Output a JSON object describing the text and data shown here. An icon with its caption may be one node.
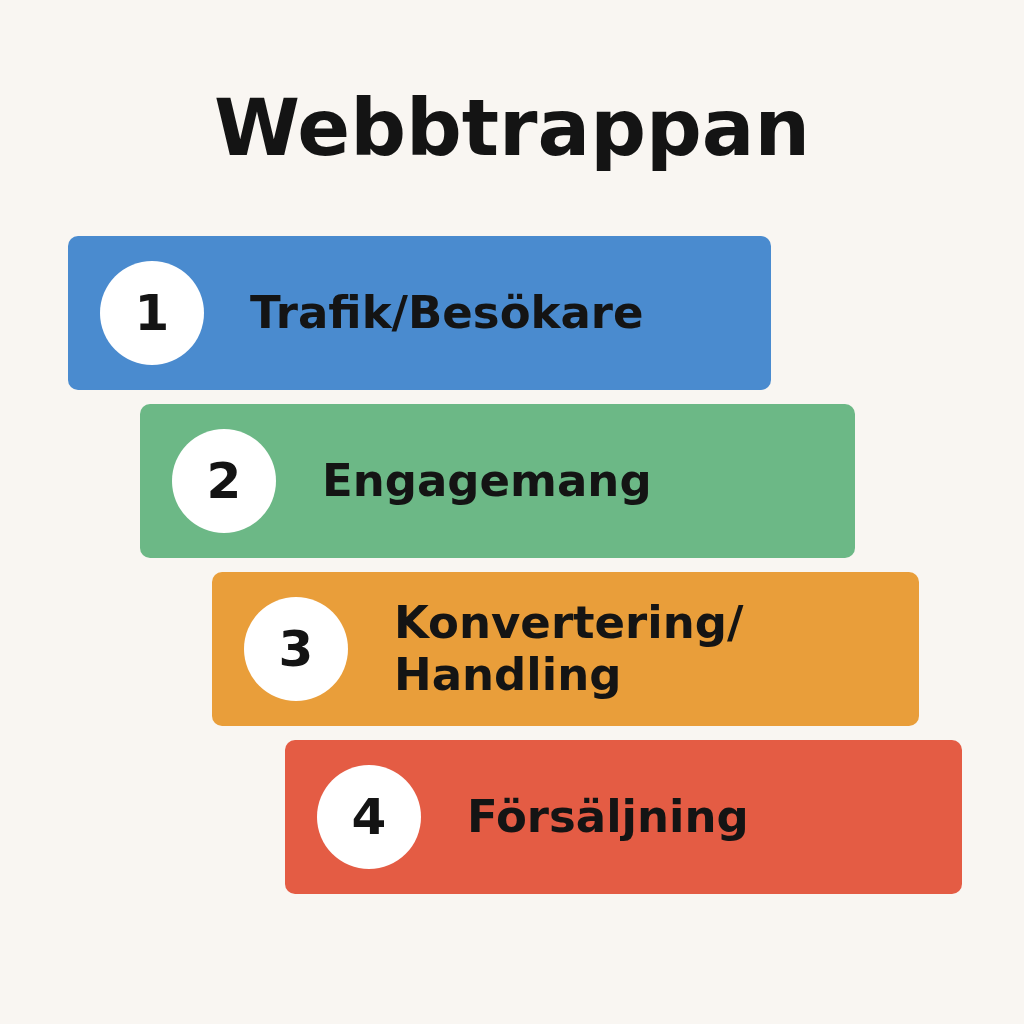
{
  "diagram": {
    "title": "Webbtrappan",
    "nodes": [
      {
        "text": [
          "Trafik/Besökare"
        ]
      },
      {
        "text": [
          "1"
        ],
        "in": 0
      },
      {
        "text": [
          "Engagemang"
        ]
      },
      {
        "text": [
          "2"
        ],
        "in": 2
      },
      {
        "text": [
          "Konvertering/ Handling"
        ]
      },
      {
        "text": [
          "3"
        ],
        "in": 4
      },
      {
        "text": [
          "Försäljning"
        ]
      },
      {
        "text": [
          "4"
        ],
        "in": 6
      }
    ]
  }
}
